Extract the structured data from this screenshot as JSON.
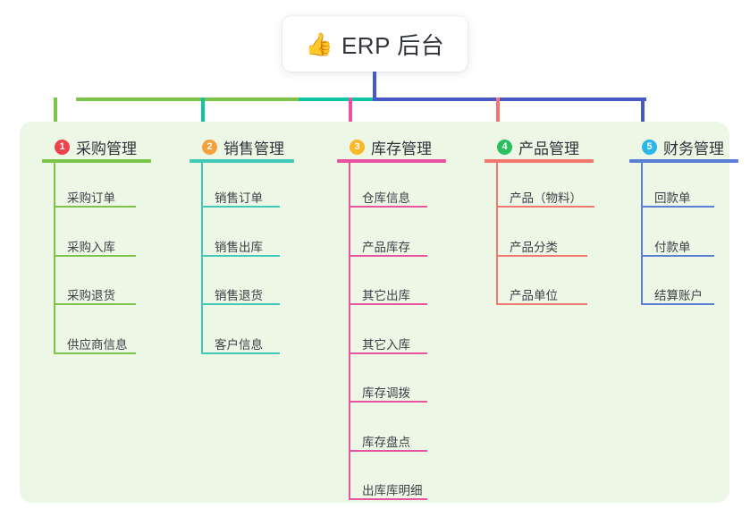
{
  "title": {
    "emoji": "👍",
    "emoji_name": "thumbs-up-icon",
    "text": "ERP 后台"
  },
  "colors": {
    "panel_background": "#edf7e6",
    "page_background": "#ffffff",
    "title_text": "#31353b",
    "bus_green": "#7cc34a",
    "bus_teal": "#0fc4a5",
    "bus_blue": "#4759c7"
  },
  "columns": [
    {
      "number": "1",
      "title": "采购管理",
      "badge_color": "#f0424a",
      "line_color": "#7cc34a",
      "leg_color": "#7cc34a",
      "items": [
        "采购订单",
        "采购入库",
        "采购退货",
        "供应商信息"
      ]
    },
    {
      "number": "2",
      "title": "销售管理",
      "badge_color": "#f5a03c",
      "line_color": "#3fc9b6",
      "leg_color": "#0fc4a5",
      "items": [
        "销售订单",
        "销售出库",
        "销售退货",
        "客户信息"
      ]
    },
    {
      "number": "3",
      "title": "库存管理",
      "badge_color": "#fbb828",
      "line_color": "#e8539f",
      "leg_color": "#e8539f",
      "items": [
        "仓库信息",
        "产品库存",
        "其它出库",
        "其它入库",
        "库存调拨",
        "库存盘点",
        "出库库明细"
      ]
    },
    {
      "number": "4",
      "title": "产品管理",
      "badge_color": "#2bbf62",
      "line_color": "#f5766e",
      "leg_color": "#f5766e",
      "items": [
        "产品（物料）",
        "产品分类",
        "产品单位"
      ]
    },
    {
      "number": "5",
      "title": "财务管理",
      "badge_color": "#29b6e8",
      "line_color": "#5b7fd4",
      "leg_color": "#4759c7",
      "items": [
        "回款单",
        "付款单",
        "结算账户"
      ]
    }
  ]
}
